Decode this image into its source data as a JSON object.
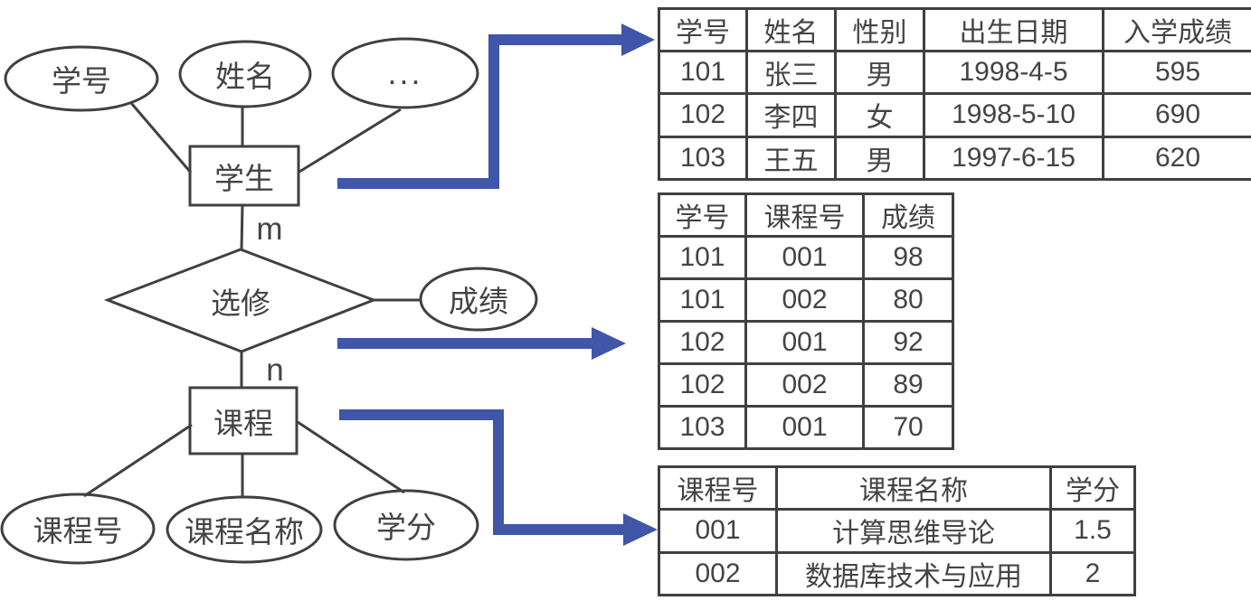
{
  "er": {
    "attr_student_id": "学号",
    "attr_name": "姓名",
    "attr_more": "...",
    "entity_student": "学生",
    "card_m": "m",
    "rel_elective": "选修",
    "attr_grade": "成绩",
    "card_n": "n",
    "entity_course": "课程",
    "attr_course_id": "课程号",
    "attr_course_name": "课程名称",
    "attr_credit": "学分"
  },
  "colors": {
    "accent_blue": "#4056A8",
    "line_gray": "#404042"
  },
  "tables": {
    "student": {
      "headers": [
        "学号",
        "姓名",
        "性别",
        "出生日期",
        "入学成绩"
      ],
      "rows": [
        [
          "101",
          "张三",
          "男",
          "1998-4-5",
          "595"
        ],
        [
          "102",
          "李四",
          "女",
          "1998-5-10",
          "690"
        ],
        [
          "103",
          "王五",
          "男",
          "1997-6-15",
          "620"
        ]
      ]
    },
    "enrollment": {
      "headers": [
        "学号",
        "课程号",
        "成绩"
      ],
      "rows": [
        [
          "101",
          "001",
          "98"
        ],
        [
          "101",
          "002",
          "80"
        ],
        [
          "102",
          "001",
          "92"
        ],
        [
          "102",
          "002",
          "89"
        ],
        [
          "103",
          "001",
          "70"
        ]
      ]
    },
    "course": {
      "headers": [
        "课程号",
        "课程名称",
        "学分"
      ],
      "rows": [
        [
          "001",
          "计算思维导论",
          "1.5"
        ],
        [
          "002",
          "数据库技术与应用",
          "2"
        ]
      ]
    }
  }
}
